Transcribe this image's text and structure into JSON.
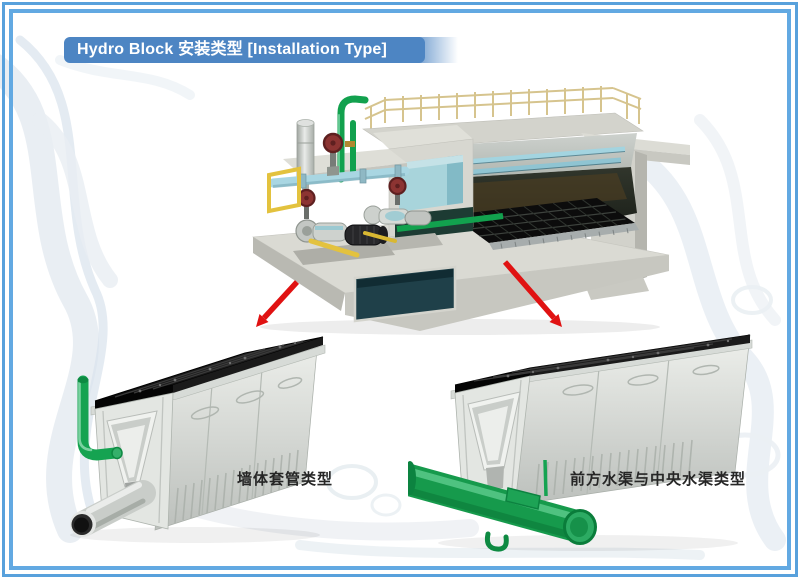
{
  "banner": {
    "title": "Hydro Block 安装类型 [Installation Type]"
  },
  "captions": {
    "left": "墙体套管类型",
    "right": "前方水渠与中央水渠类型"
  },
  "illustrations": {
    "overview": "hydro-block-tank-installation-overview",
    "left": "wall-sleeve-type-channel",
    "right": "front-and-central-channel-type"
  },
  "colors": {
    "frame_blue": "#58a1dc",
    "banner_blue": "#4d85c3",
    "arrow_red": "#e01212",
    "pipe_green": "#13a04e",
    "grate_black": "#141414",
    "concrete_gray": "#d6d6cf",
    "teal_lining": "#a8d4db",
    "railing_tan": "#d6c48e"
  }
}
